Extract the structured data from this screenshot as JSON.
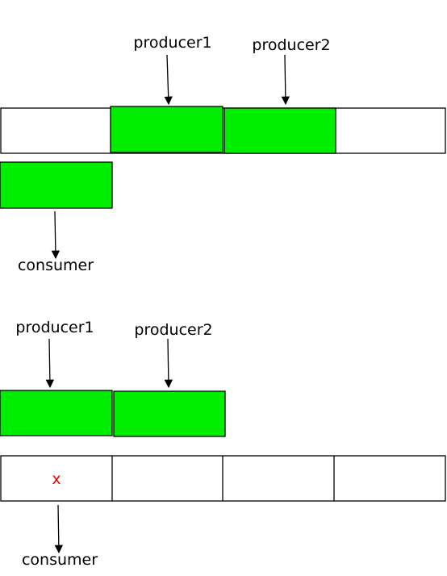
{
  "colors": {
    "filled": "#00ee00",
    "empty": "#ffffff",
    "outline": "#000000",
    "marker": "#ee0000"
  },
  "scene1": {
    "buffer": {
      "slots": [
        {
          "state": "empty"
        },
        {
          "state": "filled"
        },
        {
          "state": "filled"
        },
        {
          "state": "empty"
        }
      ]
    },
    "producer1_label": "producer1",
    "producer2_label": "producer2",
    "consumer_label": "consumer",
    "consumer_block": {
      "state": "filled"
    }
  },
  "scene2": {
    "producer1_label": "producer1",
    "producer2_label": "producer2",
    "producer_blocks": [
      {
        "state": "filled"
      },
      {
        "state": "filled"
      }
    ],
    "buffer": {
      "slots": [
        {
          "state": "empty",
          "mark": "x"
        },
        {
          "state": "empty"
        },
        {
          "state": "empty"
        },
        {
          "state": "empty"
        }
      ]
    },
    "consumer_label": "consumer"
  }
}
